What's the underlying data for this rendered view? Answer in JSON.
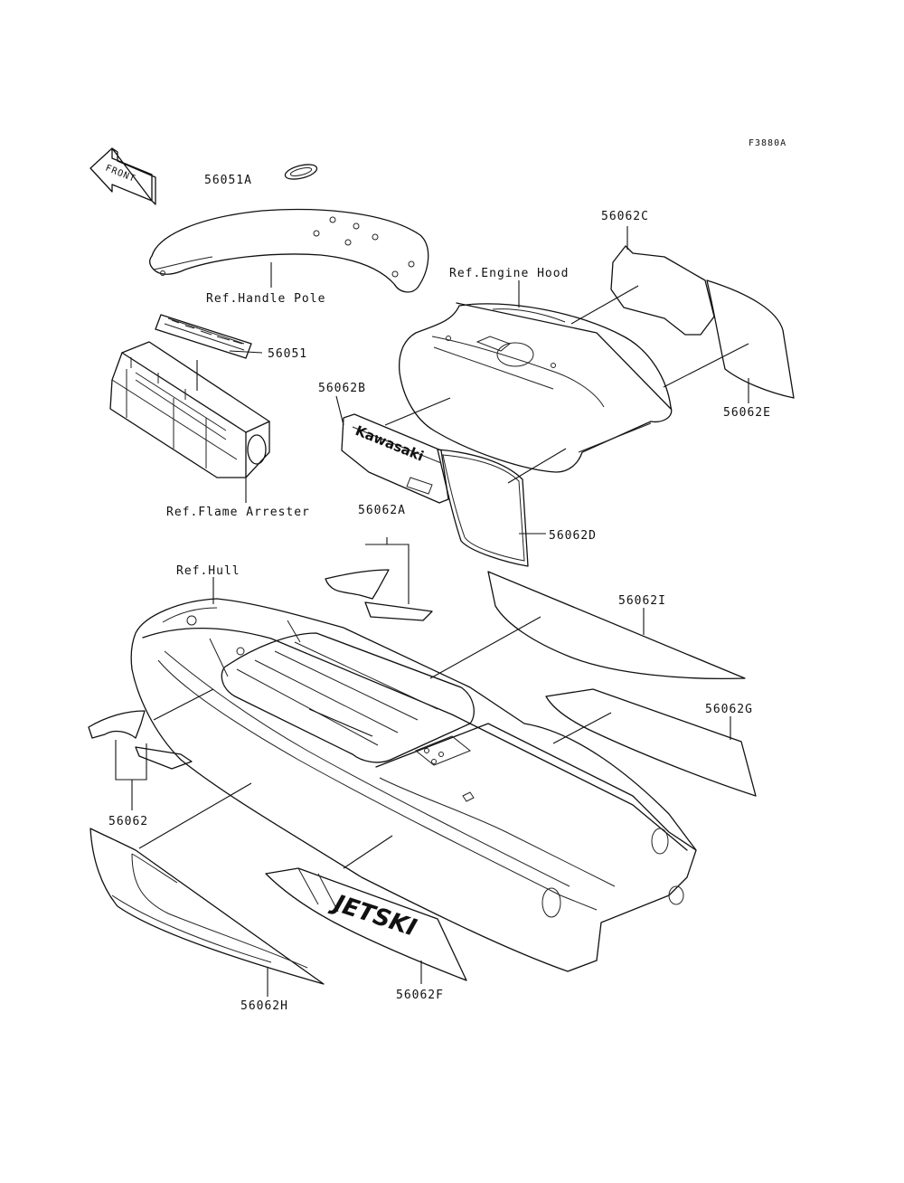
{
  "figure_id": "F3880A",
  "front_arrow": {
    "label": "FRONT"
  },
  "parts": {
    "p56051A": "56051A",
    "p56051": "56051",
    "p56062B": "56062B",
    "p56062A": "56062A",
    "p56062C": "56062C",
    "p56062E": "56062E",
    "p56062D": "56062D",
    "p56062I": "56062I",
    "p56062G": "56062G",
    "p56062": "56062",
    "p56062H": "56062H",
    "p56062F": "56062F"
  },
  "references": {
    "handle_pole": "Ref.Handle Pole",
    "engine_hood": "Ref.Engine Hood",
    "flame_arrester": "Ref.Flame Arrester",
    "hull": "Ref.Hull"
  },
  "decals": {
    "kawasaki": "Kawasaki",
    "jetski": "JETSKI"
  }
}
